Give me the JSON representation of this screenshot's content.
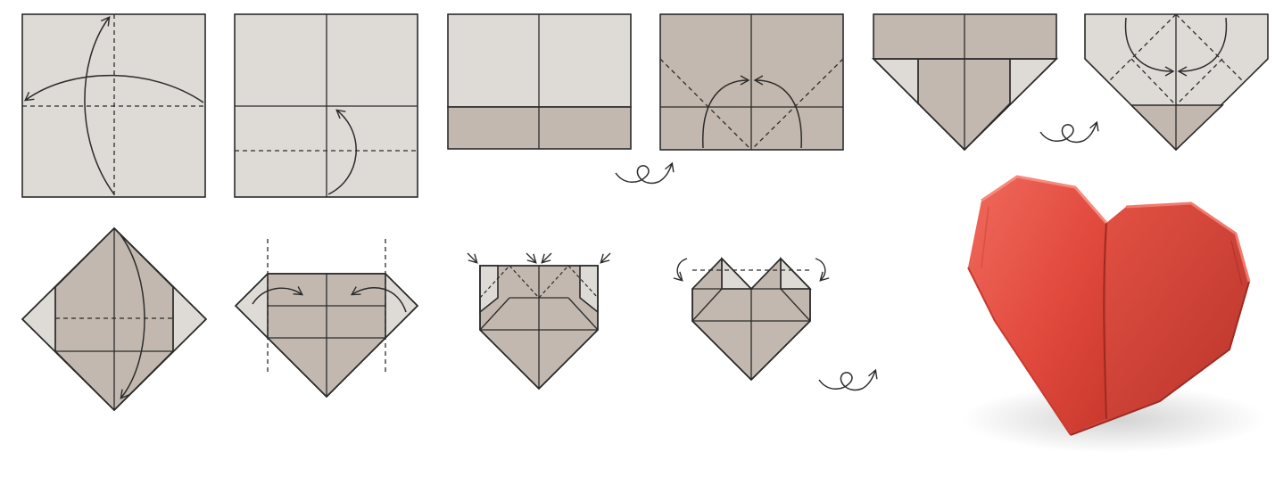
{
  "diagram": {
    "kind": "origami-instructions",
    "steps_count": 10,
    "turn_over_symbols": 3,
    "result_photo": "red-origami-heart"
  },
  "colors": {
    "paper_front": "#dedad6",
    "paper_back": "#c2b8af",
    "line": "#2b2b2b",
    "heart_red": "#e24a3e",
    "heart_shadow": "#b9332a",
    "heart_highlight": "#ef6a5c"
  },
  "icons": {
    "turn_over": "turn-over-icon",
    "fold_arrow": "fold-arrow-icon",
    "push_arrow": "push-arrow-icon"
  }
}
